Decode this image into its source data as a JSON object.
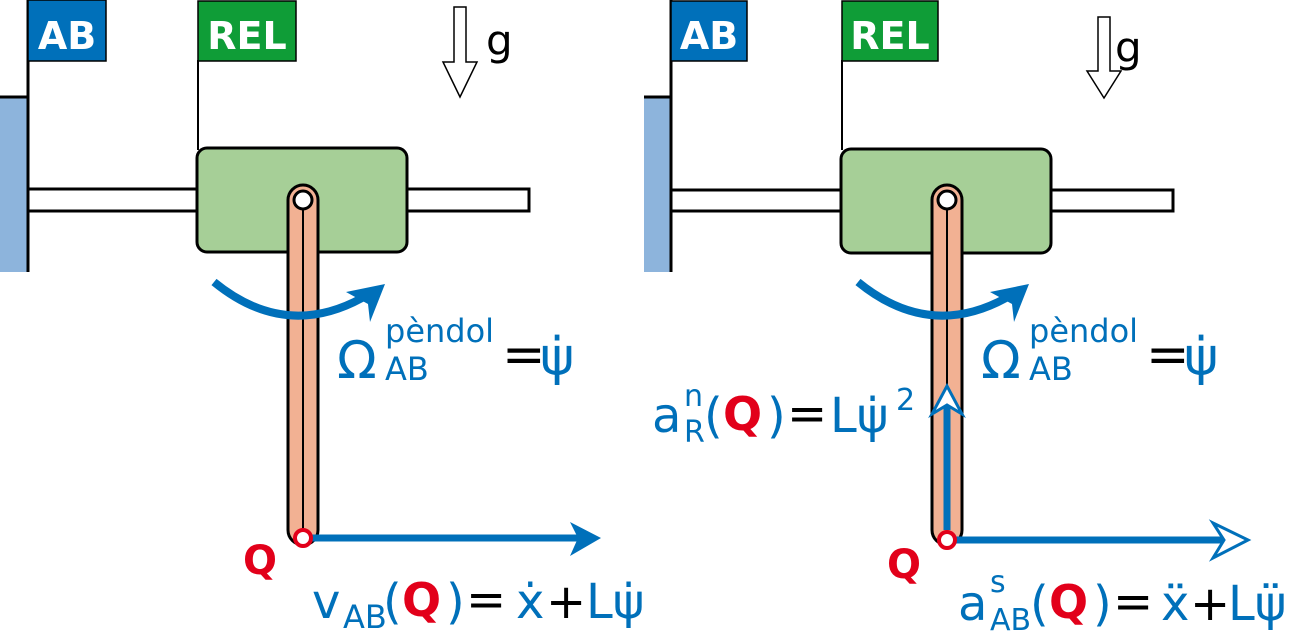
{
  "colors": {
    "frame_ab": "#0070BA",
    "frame_rel": "#0F9D37",
    "wall": "#8DB4DC",
    "slider": "#A6CF97",
    "pendulum": "#F2B193",
    "point": "#E2001A",
    "vector": "#0070BA"
  },
  "panels": [
    {
      "flag_ab": "AB",
      "flag_rel": "REL",
      "gravity_label": "g",
      "point_label": "Q",
      "omega": {
        "symbol": "Ω",
        "sup": "pèndol",
        "sub": "AB",
        "equals": "=",
        "rhs": "ψ̇"
      },
      "vector_eq": {
        "lhs": "v",
        "lhs_sub": "AB",
        "open": "(",
        "point": "Q",
        "close": ")",
        "equals": "=",
        "t1": "ẋ",
        "plus": "+",
        "t2": "Lψ̇"
      }
    },
    {
      "flag_ab": "AB",
      "flag_rel": "REL",
      "gravity_label": "g",
      "point_label": "Q",
      "omega": {
        "symbol": "Ω",
        "sup": "pèndol",
        "sub": "AB",
        "equals": "=",
        "rhs": "ψ̇"
      },
      "normal_eq": {
        "lhs": "a",
        "lhs_sup": "n",
        "lhs_sub": "R",
        "open": "(",
        "point": "Q",
        "close": ")",
        "equals": "=",
        "rhs": "Lψ̇",
        "rhs_sup": "2"
      },
      "vector_eq": {
        "lhs": "a",
        "lhs_sup": "s",
        "lhs_sub": "AB",
        "open": "(",
        "point": "Q",
        "close": ")",
        "equals": "=",
        "t1": "ẍ",
        "plus": "+",
        "t2": "Lψ̈"
      }
    }
  ]
}
